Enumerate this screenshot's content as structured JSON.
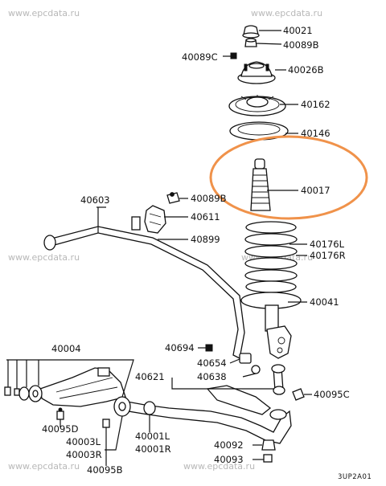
{
  "watermarks": [
    "www.epcdata.ru",
    "www.epcdata.ru",
    "www.epcdata.ru",
    "www.epcdata.ru",
    "www.epcdata.ru",
    "www.epcdata.ru"
  ],
  "highlight_color": "#f0924a",
  "diagram_code": "3UP2A01",
  "labels": {
    "p40021": "40021",
    "p40089B_top": "40089B",
    "p40089C_top": "40089C",
    "p40026B": "40026B",
    "p40162": "40162",
    "p40146": "40146",
    "p40017": "40017",
    "p40089B_mid": "40089B",
    "p40611": "40611",
    "p40603": "40603",
    "p40899": "40899",
    "p40176L": "40176L",
    "p40176R": "40176R",
    "p40041": "40041",
    "p40694": "40694",
    "p40654": "40654",
    "p40621": "40621",
    "p40638": "40638",
    "p40004": "40004",
    "p40095C": "40095C",
    "p40095D": "40095D",
    "p40003L": "40003L",
    "p40003R": "40003R",
    "p40001L": "40001L",
    "p40001R": "40001R",
    "p40092": "40092",
    "p40093": "40093",
    "p40095B": "40095B"
  }
}
